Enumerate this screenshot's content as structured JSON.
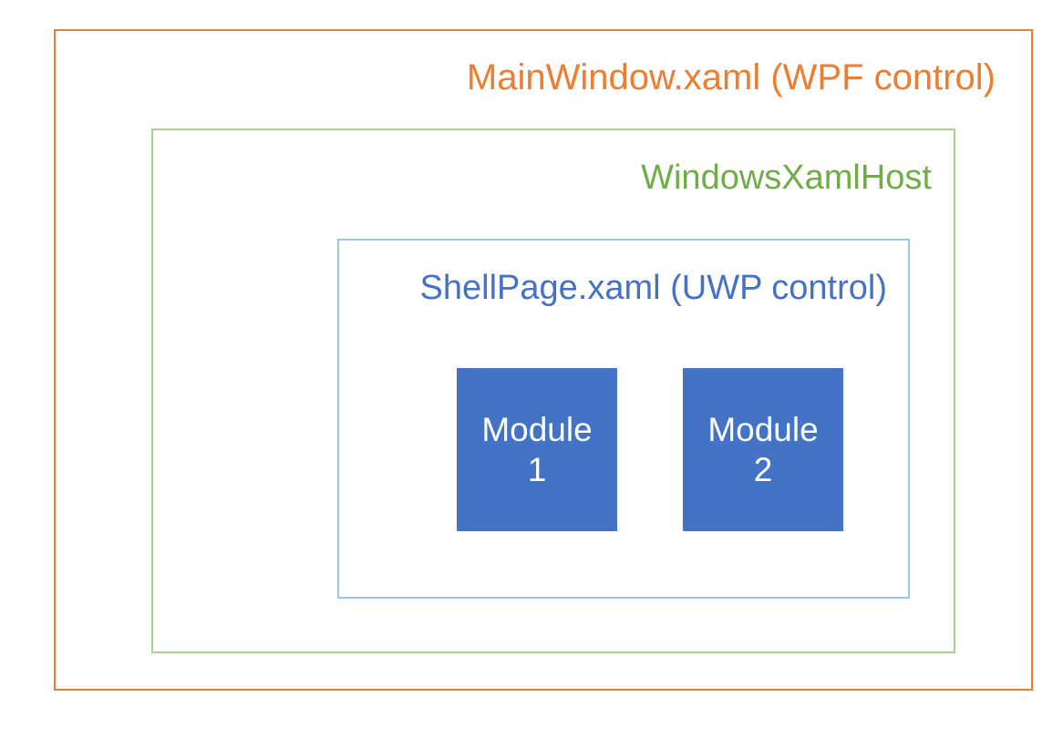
{
  "diagram": {
    "type": "nested-containers",
    "background": "#FFFFFF",
    "outer": {
      "label": "MainWindow.xaml (WPF control)",
      "border_color": "#ED7D31",
      "text_color": "#ED7D31",
      "fill": "#FFFFFF"
    },
    "middle": {
      "label": "WindowsXamlHost",
      "border_color": "#A9D18E",
      "text_color": "#70AD47",
      "fill": "#FFFFFF"
    },
    "inner": {
      "label": "ShellPage.xaml (UWP control)",
      "border_color": "#9DC3E6",
      "text_color": "#4472C4",
      "fill": "#FFFFFF"
    },
    "modules": [
      {
        "name": "Module",
        "index": "1",
        "fill": "#4472C4",
        "text_color": "#FFFFFF"
      },
      {
        "name": "Module",
        "index": "2",
        "fill": "#4472C4",
        "text_color": "#FFFFFF"
      }
    ]
  }
}
